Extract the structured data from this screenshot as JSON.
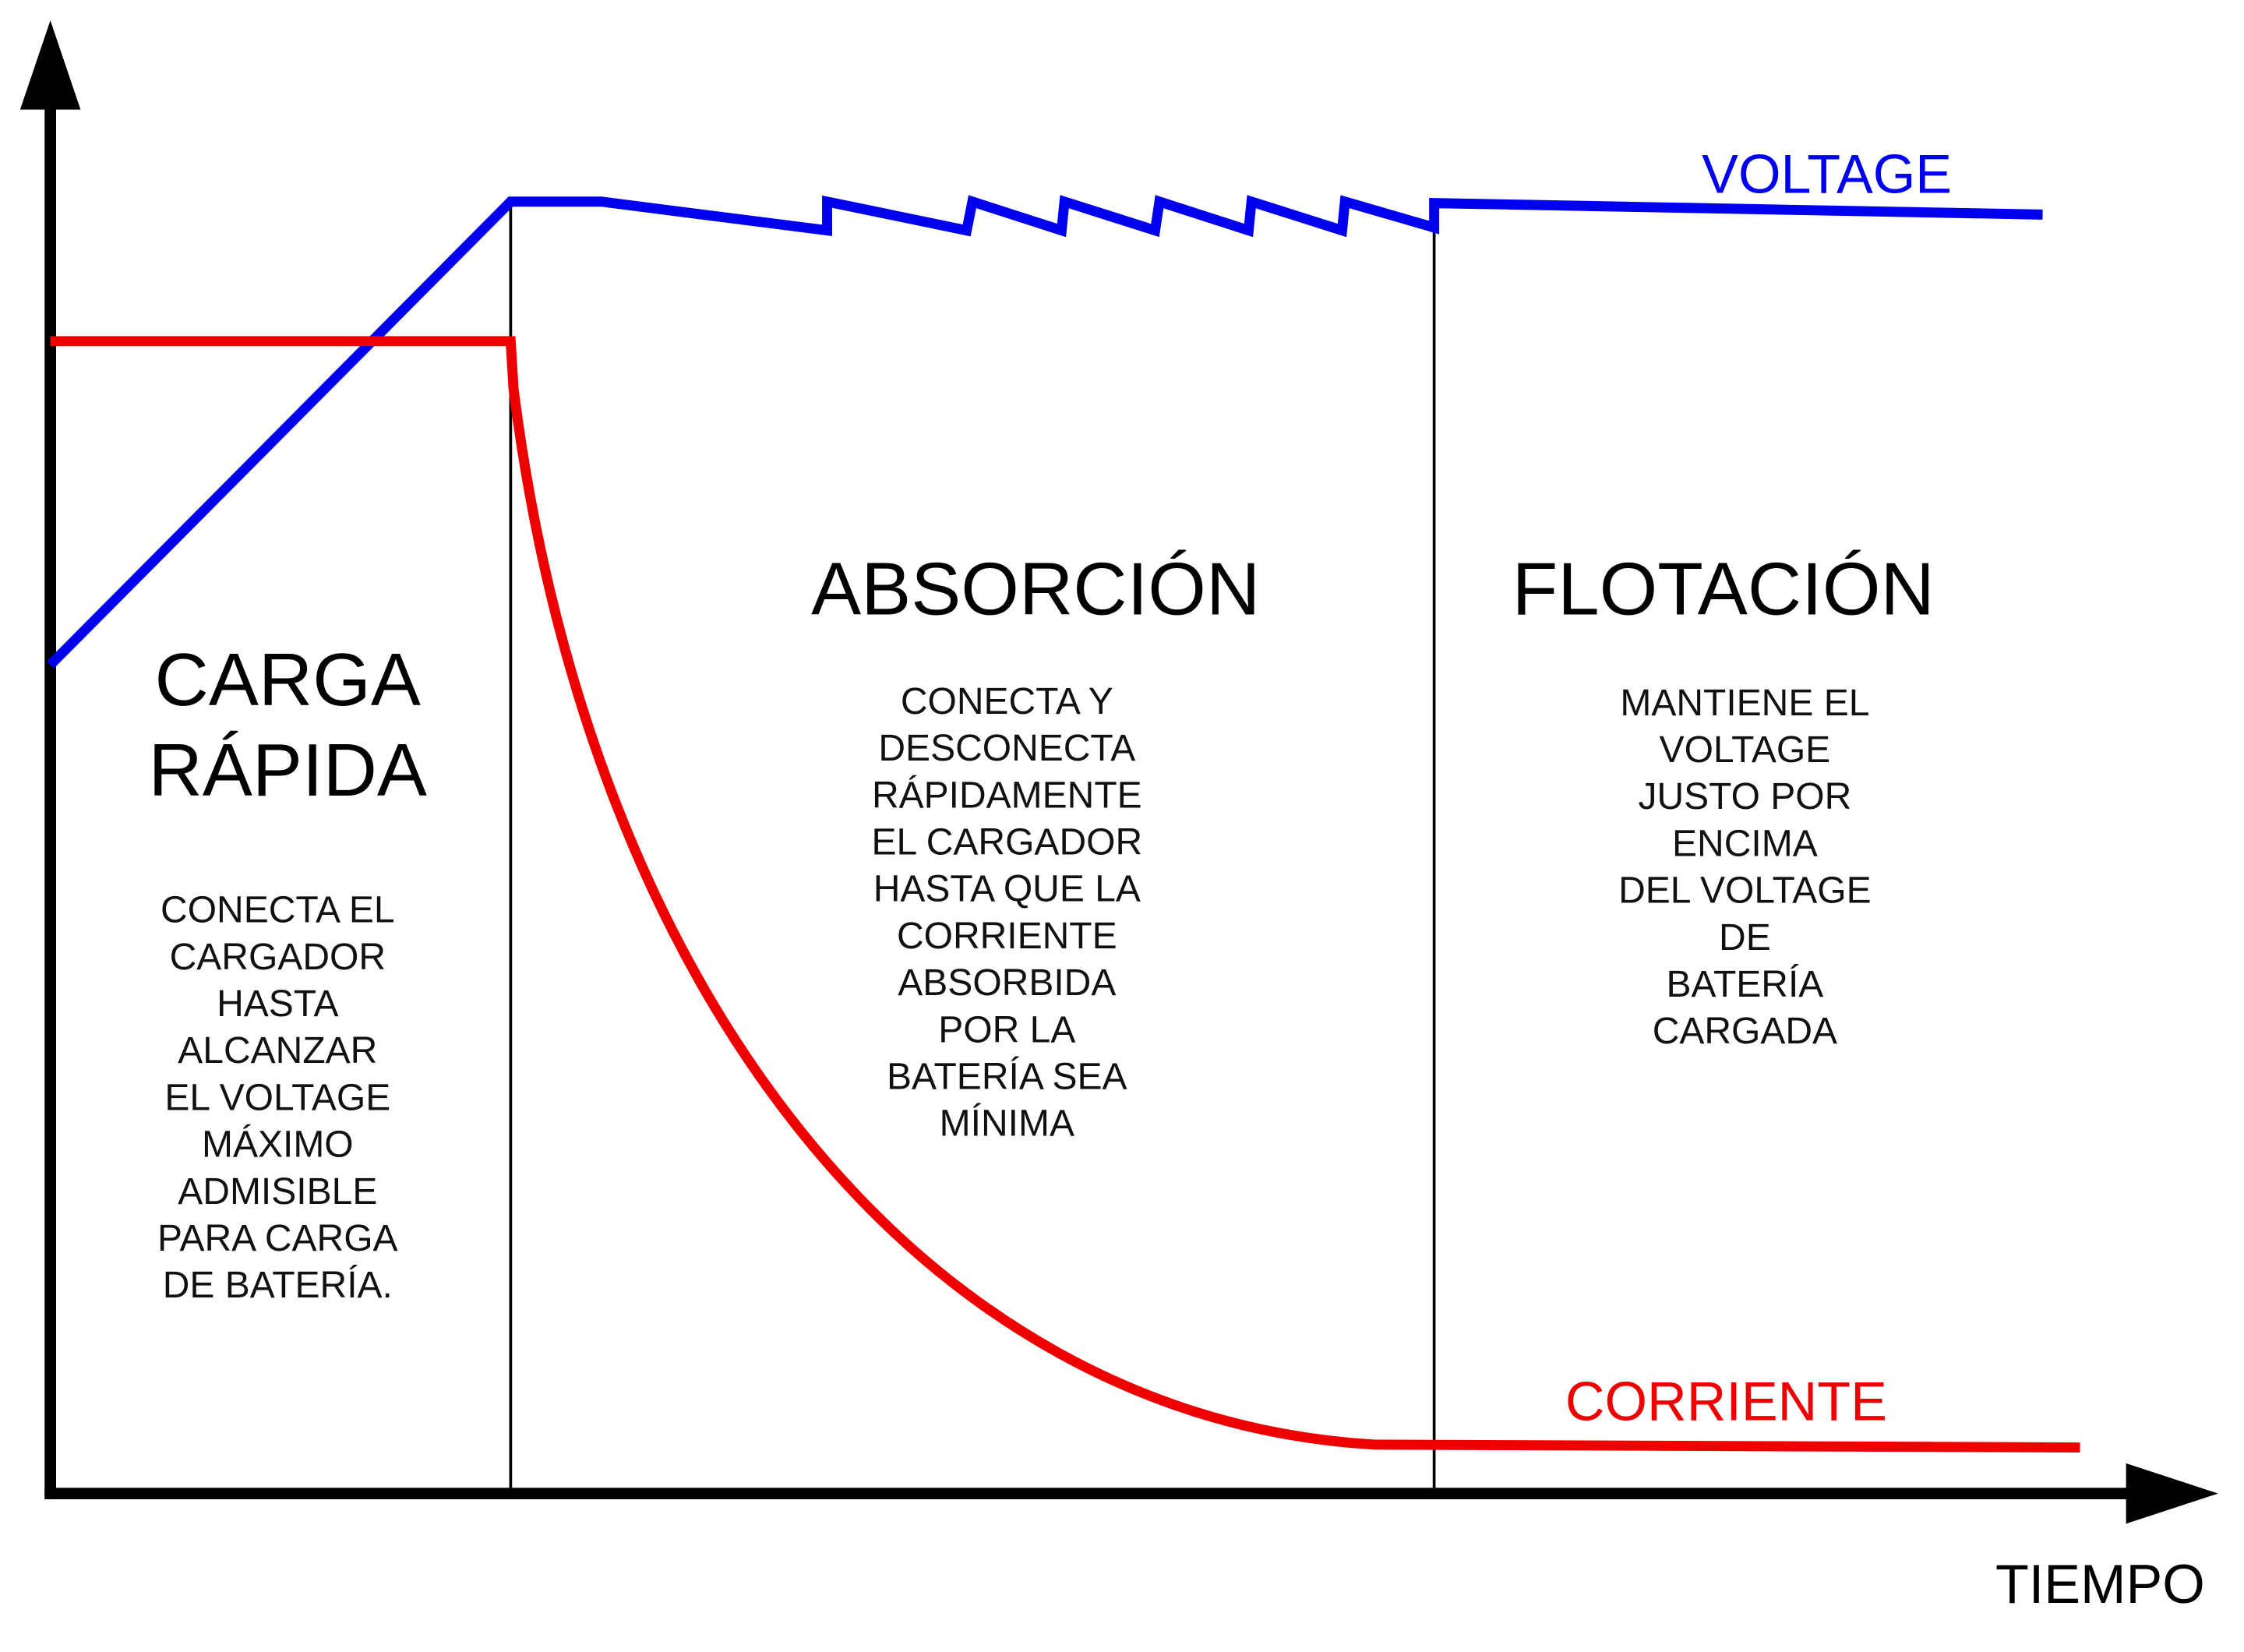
{
  "colors": {
    "voltage": "#0000ee",
    "current": "#ee0000",
    "axis": "#000000"
  },
  "labels": {
    "voltage": "VOLTAGE",
    "current": "CORRIENTE",
    "time": "TIEMPO"
  },
  "stages": [
    {
      "title_lines": [
        "CARGA",
        "RÁPIDA"
      ],
      "description_lines": [
        "CONECTA EL",
        "CARGADOR",
        "HASTA",
        "ALCANZAR",
        "EL VOLTAGE",
        "MÁXIMO",
        "ADMISIBLE",
        "PARA CARGA",
        "DE BATERÍA."
      ]
    },
    {
      "title_lines": [
        "ABSORCIÓN"
      ],
      "description_lines": [
        "CONECTA Y",
        "DESCONECTA",
        "RÁPIDAMENTE",
        "EL CARGADOR",
        "HASTA QUE LA",
        "CORRIENTE",
        "ABSORBIDA",
        "POR LA",
        "BATERÍA SEA",
        "MÍNIMA"
      ]
    },
    {
      "title_lines": [
        "FLOTACIÓN"
      ],
      "description_lines": [
        "MANTIENE EL",
        "VOLTAGE",
        "JUSTO POR",
        "ENCIMA",
        "DEL VOLTAGE",
        "DE",
        "BATERÍA",
        "CARGADA"
      ]
    }
  ]
}
